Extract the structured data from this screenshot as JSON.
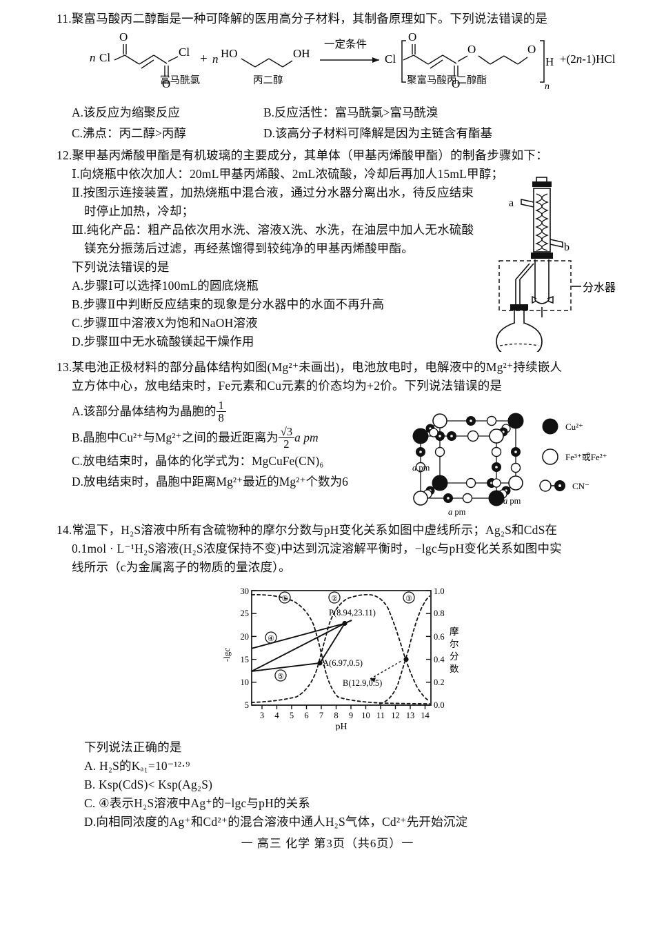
{
  "page": {
    "footer": "一 高三 化学 第3页（共6页）一"
  },
  "q11": {
    "number": "11.",
    "stem": "聚富马酸丙二醇酯是一种可降解的医用高分子材料，其制备原理如下。下列说法错误的是",
    "scheme": {
      "coef_left": "n",
      "left_cl1": "Cl",
      "left_cl2": "Cl",
      "left_o1": "O",
      "left_o2": "O",
      "plus": "+",
      "coef_mid": "n",
      "ho": "HO",
      "oh": "OH",
      "condition": "一定条件",
      "prod_cl": "Cl",
      "prod_o_top": "O",
      "prod_o_bot": "O",
      "prod_ester_o": "O",
      "prod_chain_o": "O",
      "prod_h": "H",
      "prod_n": "n",
      "byproduct": "+(2n-1)HCl",
      "name_left": "富马酰氯",
      "name_mid": "丙二醇",
      "name_right": "聚富马酸丙二醇酯"
    },
    "options": {
      "a": "A.该反应为缩聚反应",
      "b": "B.反应活性：富马酰氯>富马酰溴",
      "c": "C.沸点：丙二醇>丙醇",
      "d": "D.该高分子材料可降解是因为主链含有酯基"
    }
  },
  "q12": {
    "number": "12.",
    "stem": "聚甲基丙烯酸甲酯是有机玻璃的主要成分，其单体（甲基丙烯酸甲酯）的制备步骤如下：",
    "steps": [
      "Ⅰ.向烧瓶中依次加人：20mL甲基丙烯酸、2mL浓硫酸，冷却后再加人15mL甲醇；",
      "Ⅱ.按图示连接装置，加热烧瓶中混合液，通过分水器分离出水，待反应结束",
      "时停止加热，冷却；",
      "Ⅲ.纯化产品：粗产品依次用水洗、溶液X洗、水洗，在油层中加人无水硫酸",
      "镁充分振荡后过滤，再经蒸馏得到较纯净的甲基丙烯酸甲酯。"
    ],
    "prompt": "下列说法错误的是",
    "options": {
      "a": "A.步骤Ⅰ可以选择100mL的圆底烧瓶",
      "b": "B.步骤Ⅱ中判断反应结束的现象是分水器中的水面不再升高",
      "c": "C.步骤Ⅲ中溶液X为饱和NaOH溶液",
      "d": "D.步骤Ⅲ中无水硫酸镁起干燥作用"
    },
    "apparatus": {
      "label_a": "a",
      "label_b": "b",
      "label_separator": "分水器"
    }
  },
  "q13": {
    "number": "13.",
    "stem_line1": "某电池正极材料的部分晶体结构如图(Mg²⁺未画出)，电池放电时，电解液中的Mg²⁺持续嵌人",
    "stem_line2": "立方体中心，放电结束时，Fe元素和Cu元素的价态均为+2价。下列说法错误的是",
    "options": {
      "a_pre": "A.该部分晶体结构为晶胞的",
      "a_frac_num": "1",
      "a_frac_den": "8",
      "b_pre": "B.晶胞中Cu²⁺与Mg²⁺之间的最近距离为",
      "b_frac_num": "√3",
      "b_frac_den": "2",
      "b_post": "a pm",
      "c": "C.放电结束时，晶体的化学式为：MgCuFe(CN)₆",
      "d": "D.放电结束时，晶胞中距离Mg²⁺最近的Mg²⁺个数为6"
    },
    "crystal": {
      "edge_label_left": "a pm",
      "edge_label_bottom": "a pm",
      "edge_label_right": "a pm",
      "legend": [
        {
          "symbol": "filled-circle",
          "text": "Cu²⁺"
        },
        {
          "symbol": "open-circle",
          "text": "Fe³⁺或Fe²⁺"
        },
        {
          "symbol": "dumbbell",
          "text": "CN⁻"
        }
      ]
    }
  },
  "q14": {
    "number": "14.",
    "stem_line1": "常温下，H₂S溶液中所有含硫物种的摩尔分数与pH变化关系如图中虚线所示；Ag₂S和CdS在",
    "stem_line2": "0.1mol · L⁻¹H₂S溶液(H₂S浓度保持不变)中达到沉淀溶解平衡时，−lgc与pH变化关系如图中实",
    "stem_line3": "线所示（c为金属离子的物质的量浓度）。",
    "prompt": "下列说法正确的是",
    "options": {
      "a": "A. H₂S的Kₐ₁=10⁻¹²·⁹",
      "b": "B. Ksp(CdS)< Ksp(Ag₂S)",
      "c": "C. ④表示H₂S溶液中Ag⁺的−lgc与pH的关系",
      "d": "D.向相同浓度的Ag⁺和Cd²⁺的混合溶液中通人H₂S气体，Cd²⁺先开始沉淀"
    }
  },
  "chart_data": {
    "type": "line",
    "title": "",
    "xlabel": "pH",
    "ylabel_left": "-lgc",
    "ylabel_right": "摩尔分数",
    "xlim": [
      2.3,
      14.4
    ],
    "ylim_left": [
      5,
      30
    ],
    "ylim_right": [
      0.0,
      1.0
    ],
    "xticks": [
      3,
      4,
      5,
      6,
      7,
      8,
      9,
      10,
      11,
      12,
      13,
      14
    ],
    "yticks_left": [
      5,
      10,
      15,
      20,
      25,
      30
    ],
    "yticks_right": [
      0.0,
      0.2,
      0.4,
      0.6,
      0.8,
      1.0
    ],
    "grid": false,
    "legend_position": "inline-circled-numbers",
    "series": [
      {
        "name": "①",
        "style": "dashed",
        "axis": "right",
        "label_pos": {
          "x": 4.7,
          "y": 0.96
        },
        "points": [
          [
            2.3,
            0.95
          ],
          [
            3.0,
            0.94
          ],
          [
            4.0,
            0.91
          ],
          [
            5.0,
            0.84
          ],
          [
            5.5,
            0.76
          ],
          [
            6.0,
            0.63
          ],
          [
            6.5,
            0.46
          ],
          [
            6.97,
            0.5
          ],
          [
            7.0,
            0.3
          ],
          [
            7.5,
            0.17
          ],
          [
            8.0,
            0.09
          ],
          [
            8.5,
            0.05
          ],
          [
            9.0,
            0.03
          ],
          [
            10.0,
            0.02
          ],
          [
            11.0,
            0.015
          ],
          [
            12.0,
            0.013
          ],
          [
            13.0,
            0.012
          ],
          [
            14.0,
            0.012
          ]
        ]
      },
      {
        "name": "②",
        "style": "dashed",
        "axis": "right",
        "label_pos": {
          "x": 8.2,
          "y": 0.96
        },
        "points": [
          [
            2.3,
            0.02
          ],
          [
            3.0,
            0.03
          ],
          [
            4.0,
            0.05
          ],
          [
            5.0,
            0.1
          ],
          [
            6.0,
            0.3
          ],
          [
            6.5,
            0.47
          ],
          [
            7.0,
            0.66
          ],
          [
            7.5,
            0.8
          ],
          [
            8.0,
            0.9
          ],
          [
            9.0,
            0.96
          ],
          [
            10.0,
            0.96
          ],
          [
            11.0,
            0.9
          ],
          [
            12.0,
            0.72
          ],
          [
            12.9,
            0.5
          ],
          [
            13.0,
            0.46
          ],
          [
            13.5,
            0.27
          ],
          [
            14.0,
            0.13
          ]
        ]
      },
      {
        "name": "③",
        "style": "dashed",
        "axis": "right",
        "label_pos": {
          "x": 12.9,
          "y": 0.97
        },
        "points": [
          [
            11.0,
            0.03
          ],
          [
            11.5,
            0.08
          ],
          [
            12.0,
            0.2
          ],
          [
            12.5,
            0.38
          ],
          [
            12.9,
            0.5
          ],
          [
            13.0,
            0.56
          ],
          [
            13.5,
            0.8
          ],
          [
            14.0,
            0.93
          ],
          [
            14.3,
            0.95
          ]
        ]
      },
      {
        "name": "④",
        "style": "solid",
        "axis": "left",
        "label_pos": {
          "x": 3.6,
          "y": 20.6
        },
        "points": [
          [
            2.3,
            17.6
          ],
          [
            8.94,
            23.11
          ],
          [
            9.4,
            23.6
          ]
        ]
      },
      {
        "name": "⑤",
        "style": "solid",
        "axis": "left",
        "label_pos": {
          "x": 4.3,
          "y": 14.7
        },
        "points": [
          [
            2.3,
            12.6
          ],
          [
            6.97,
            17.3
          ],
          [
            8.94,
            23.11
          ],
          [
            9.4,
            23.6
          ]
        ]
      }
    ],
    "annotations": [
      {
        "name": "P",
        "text": "P(8.94,23.11)",
        "x": 8.94,
        "y": 23.11,
        "axis": "left",
        "marker": true
      },
      {
        "name": "A",
        "text": "A(6.97,0.5)",
        "x": 6.97,
        "y": 17.3,
        "axis": "left",
        "marker": true
      },
      {
        "name": "B",
        "text": "B(12.9,0.5)",
        "x": 12.9,
        "y": 0.5,
        "axis": "right",
        "marker": true,
        "arrow": true
      }
    ]
  }
}
